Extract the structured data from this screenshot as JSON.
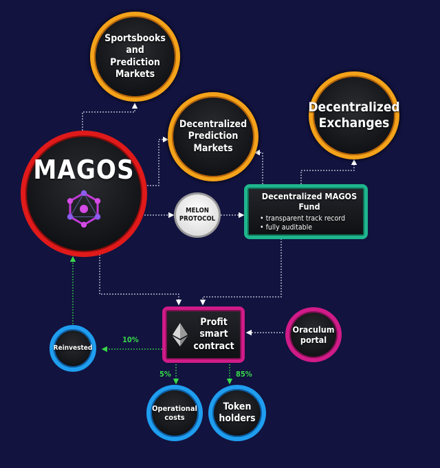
{
  "nodes": {
    "magos": {
      "title": "MAGOS"
    },
    "sportsbooks": {
      "label": "Sportsbooks\nand\nPrediction\nMarkets"
    },
    "decentralized_prediction": {
      "label": "Decentralized\nPrediction\nMarkets"
    },
    "decentralized_exchanges": {
      "label": "Decentralized\nExchanges"
    },
    "melon": {
      "label": "MELON\nPROTOCOL"
    },
    "fund": {
      "title": "Decentralized MAGOS Fund",
      "bullets": [
        "• transparent track record",
        "• fully auditable"
      ]
    },
    "profit": {
      "label": "Profit\nsmart\ncontract"
    },
    "oraculum": {
      "label": "Oraculum\nportal"
    },
    "reinvested": {
      "label": "Reinvested"
    },
    "operational": {
      "label": "Operational\ncosts"
    },
    "token_holders": {
      "label": "Token\nholders"
    }
  },
  "flows": {
    "reinvested_pct": "10%",
    "operational_pct": "5%",
    "token_holders_pct": "85%"
  },
  "colors": {
    "background": "#12133f",
    "orange": "#f3a21a",
    "red": "#e01a1a",
    "teal": "#1fb58d",
    "magenta": "#d01b88",
    "blue": "#1f9ef0",
    "green_arrow": "#38d94a",
    "logo": "#c23bd8"
  }
}
